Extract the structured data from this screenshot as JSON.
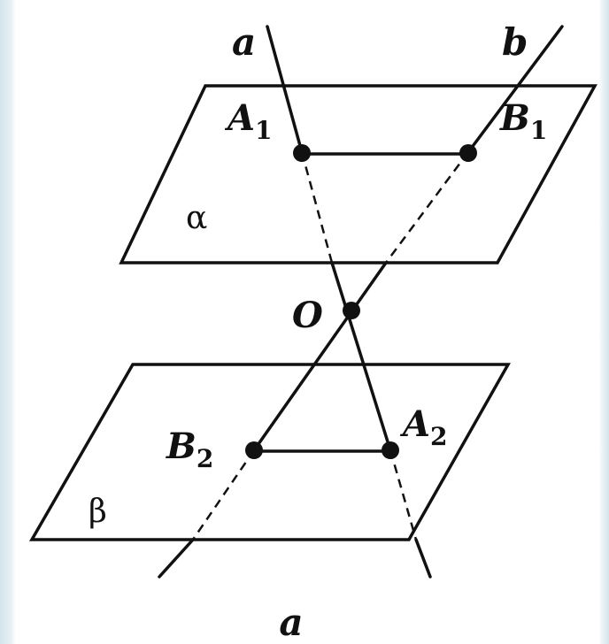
{
  "figure": {
    "lines": {
      "a": {
        "label": "a"
      },
      "b": {
        "label": "b"
      }
    },
    "planes": {
      "alpha": {
        "label": "α"
      },
      "beta": {
        "label": "β"
      }
    },
    "points": {
      "A1": {
        "letter": "A",
        "index": "1"
      },
      "B1": {
        "letter": "B",
        "index": "1"
      },
      "O": {
        "letter": "O"
      },
      "B2": {
        "letter": "B",
        "index": "2"
      },
      "A2": {
        "letter": "A",
        "index": "2"
      }
    },
    "caption": "a"
  },
  "colors": {
    "ink": "#111111",
    "background": "#ffffff",
    "frame": "#dfe9ef"
  }
}
